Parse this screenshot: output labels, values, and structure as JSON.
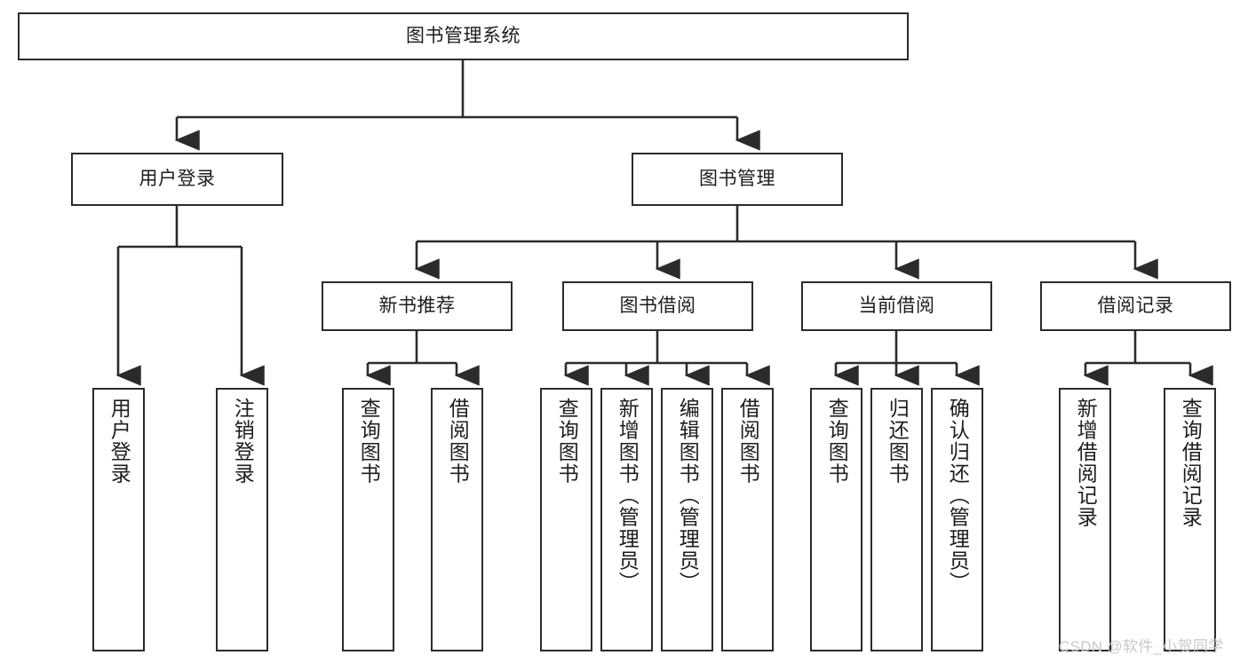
{
  "diagram": {
    "type": "tree",
    "title": "图书管理系统",
    "root": {
      "id": "root",
      "label": "图书管理系统"
    },
    "level2": [
      {
        "id": "user-login",
        "label": "用户登录"
      },
      {
        "id": "book-management",
        "label": "图书管理"
      }
    ],
    "level3": [
      {
        "id": "new-book-recommend",
        "label": "新书推荐",
        "parent": "book-management"
      },
      {
        "id": "book-borrow",
        "label": "图书借阅",
        "parent": "book-management"
      },
      {
        "id": "current-borrow",
        "label": "当前借阅",
        "parent": "book-management"
      },
      {
        "id": "borrow-record",
        "label": "借阅记录",
        "parent": "book-management"
      }
    ],
    "leaves": [
      {
        "id": "leaf-user-login",
        "label": "用户登录",
        "parent": "user-login"
      },
      {
        "id": "leaf-logout-login",
        "label": "注销登录",
        "parent": "user-login"
      },
      {
        "id": "leaf-query-book-1",
        "label": "查询图书",
        "parent": "new-book-recommend"
      },
      {
        "id": "leaf-borrow-book-1",
        "label": "借阅图书",
        "parent": "new-book-recommend"
      },
      {
        "id": "leaf-query-book-2",
        "label": "查询图书",
        "parent": "book-borrow"
      },
      {
        "id": "leaf-add-book",
        "label": "新增图书（管理员）",
        "parent": "book-borrow"
      },
      {
        "id": "leaf-edit-book",
        "label": "编辑图书（管理员）",
        "parent": "book-borrow"
      },
      {
        "id": "leaf-borrow-book-2",
        "label": "借阅图书",
        "parent": "book-borrow"
      },
      {
        "id": "leaf-query-book-3",
        "label": "查询图书",
        "parent": "current-borrow"
      },
      {
        "id": "leaf-return-book",
        "label": "归还图书",
        "parent": "current-borrow"
      },
      {
        "id": "leaf-confirm-return",
        "label": "确认归还（管理员）",
        "parent": "current-borrow"
      },
      {
        "id": "leaf-add-record",
        "label": "新增借阅记录",
        "parent": "borrow-record"
      },
      {
        "id": "leaf-query-record",
        "label": "查询借阅记录",
        "parent": "borrow-record"
      }
    ],
    "colors": {
      "stroke": "#2b2b2b",
      "fill": "#ffffff",
      "text": "#1d1d1d",
      "watermark": "#c9c9c9"
    }
  },
  "watermark": {
    "text": "CSDN @软件_小贺同学"
  }
}
